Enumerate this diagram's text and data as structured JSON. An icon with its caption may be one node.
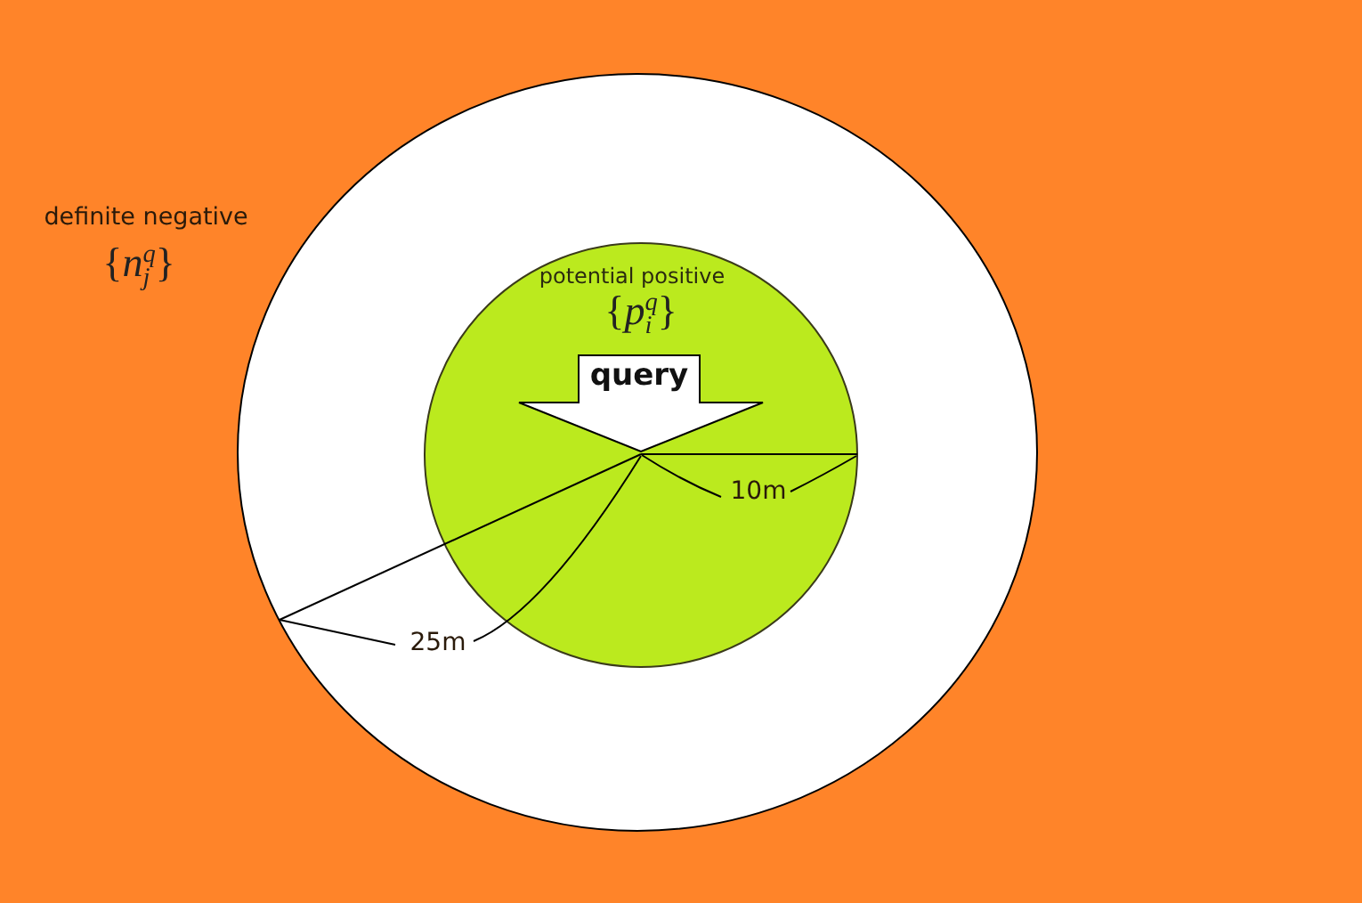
{
  "diagram": {
    "nodes": [
      {
        "text": [],
        "shape": "circle"
      },
      {
        "text": [
          "potential positive",
          "{*p*$_{i}$$^{q}$}"
        ],
        "in": 0
      },
      {
        "text": [
          "query"
        ],
        "in": 1
      }
    ],
    "labels": [
      "definite negative",
      "{*n*$_{j}$$^{q}$}",
      "10m",
      "25m"
    ]
  }
}
